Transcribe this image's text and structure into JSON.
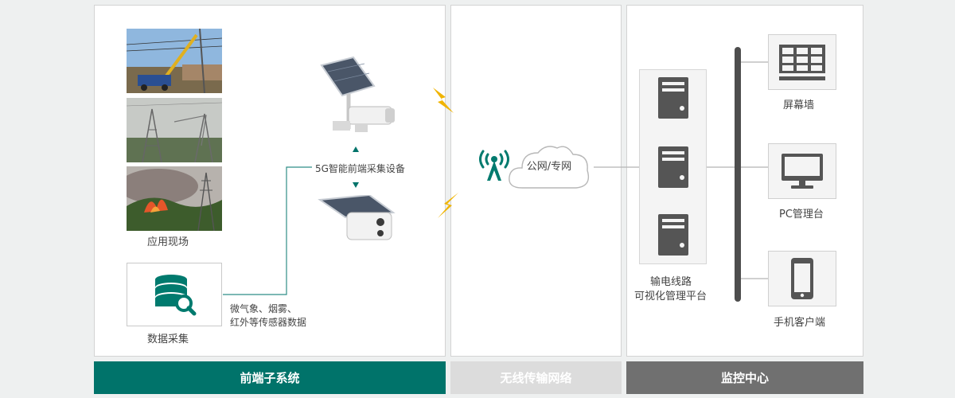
{
  "colors": {
    "front_band": "#00736a",
    "network_band": "#dcdcdc",
    "monitor_band": "#707070",
    "teal_icon": "#007a6e",
    "lightning": "#f0b400",
    "gray_icon": "#555555"
  },
  "front": {
    "band_label": "前端子系统",
    "site_label": "应用现场",
    "device_label": "5G智能前端采集设备",
    "data_label": "数据采集",
    "sensor_line_1": "微气象、烟雾、",
    "sensor_line_2": "红外等传感器数据",
    "icons": [
      "solar-camera-icon",
      "solar-bullet-camera-icon",
      "database-search-icon",
      "arrow-up-icon",
      "arrow-down-icon"
    ]
  },
  "network": {
    "band_label": "无线传输网络",
    "cloud_label": "公网/专网",
    "icons": [
      "signal-tower-icon",
      "cloud-icon",
      "lightning-icon"
    ]
  },
  "monitor": {
    "band_label": "监控中心",
    "platform_line_1": "输电线路",
    "platform_line_2": "可视化管理平台",
    "devices": [
      {
        "label": "屏幕墙",
        "icon": "video-wall-icon"
      },
      {
        "label": "PC管理台",
        "icon": "monitor-icon"
      },
      {
        "label": "手机客户端",
        "icon": "smartphone-icon"
      }
    ],
    "icons": [
      "server-icon"
    ]
  }
}
